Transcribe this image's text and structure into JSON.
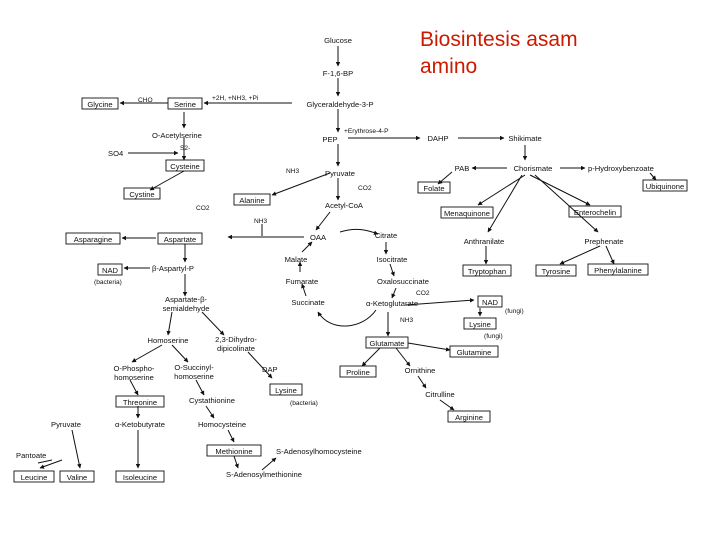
{
  "title": "Biosintesis asam\namino",
  "nodes": {
    "glucose": "Glucose",
    "f16bp": "F-1,6-BP",
    "g3p": "Glyceraldehyde-3-P",
    "cho": "CHO",
    "glycine": "Glycine",
    "serine": "Serine",
    "h2nh3p": "+2H, +NH3, +Pi",
    "erythrose": "+Erythrose-4-P",
    "pep": "PEP",
    "dahp": "DAHP",
    "shikimate": "Shikimate",
    "oacetylserine": "O-Acetylserine",
    "so4": "SO4",
    "s2": "S2-",
    "cysteine": "Cysteine",
    "nh3a": "NH3",
    "pyruvate": "Pyruvate",
    "pab": "PAB",
    "chorismate": "Chorismate",
    "hydroxybenzoate": "p-Hydroxybenzoate",
    "ubiquinone": "Ubiquinone",
    "folate": "Folate",
    "cystine": "Cystine",
    "alanine": "Alanine",
    "co2a": "CO2",
    "co2b": "CO2",
    "acetylcoa": "Acetyl-CoA",
    "menaquinone": "Menaquinone",
    "enterochelin": "Enterochelin",
    "nh3b": "NH3",
    "asparagine": "Asparagine",
    "aspartate": "Aspartate",
    "oaa": "OAA",
    "citrate": "Citrate",
    "anthranilate": "Anthranilate",
    "prephenate": "Prephenate",
    "nad": "NAD",
    "bacteria1": "(bacteria)",
    "baspartylp": "β-Aspartyl-P",
    "malate": "Malate",
    "isocitrate": "Isocitrate",
    "tryptophan": "Tryptophan",
    "tyrosine": "Tyrosine",
    "phenylalanine": "Phenylalanine",
    "fumarate": "Fumarate",
    "oxalosuccinate": "Oxalosuccinate",
    "co2c": "CO2",
    "aspsemi1": "Aspartate-β-",
    "aspsemi2": "semialdehyde",
    "succinate": "Succinate",
    "akg": "α-Ketoglutarate",
    "nadb": "NAD",
    "fungi1": "(fungi)",
    "nh3c": "NH3",
    "lysine1": "Lysine",
    "fungi2": "(fungi)",
    "homoserine": "Homoserine",
    "dhdp1": "2,3-Dihydro-",
    "dhdp2": "dipicolinate",
    "glutamate": "Glutamate",
    "glutamine": "Glutamine",
    "ophospho1": "O-Phospho-",
    "ophospho2": "homoserine",
    "osuccinyl1": "O-Succinyl-",
    "osuccinyl2": "homoserine",
    "dap": "DAP",
    "proline": "Proline",
    "ornithine": "Ornithine",
    "lysine2": "Lysine",
    "bacteria2": "(bacteria)",
    "citrulline": "Citrulline",
    "threonine": "Threonine",
    "cystathionine": "Cystathionine",
    "arginine": "Arginine",
    "pyruvate2": "Pyruvate",
    "akb": "α-Ketobutyrate",
    "homocysteine": "Homocysteine",
    "pantoate": "Pantoate",
    "methionine": "Methionine",
    "sah": "S-Adenosylhomocysteine",
    "leucine": "Leucine",
    "valine": "Valine",
    "isoleucine": "Isoleucine",
    "sam": "S-Adenosylmethionine"
  }
}
